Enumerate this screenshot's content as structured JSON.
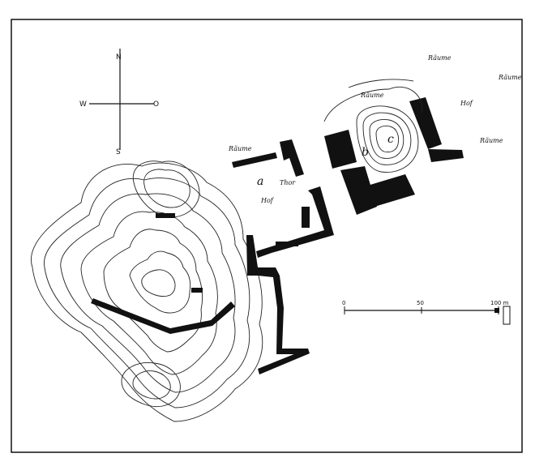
{
  "compass": {
    "north": "N",
    "south": "S",
    "west": "W",
    "east": "O"
  },
  "labels": {
    "raume_top": "Räume",
    "raume_right": "Räume",
    "raume_mid": "Räume",
    "raume_east": "Räume",
    "raume_west": "Räume",
    "hof_east": "Hof",
    "hof_west": "Hof",
    "thor": "Thor",
    "a": "a",
    "b": "b",
    "c": "c"
  },
  "scale": {
    "zero": "0",
    "mid": "50",
    "end": "100 m"
  },
  "colors": {
    "ink": "#111111",
    "paper": "#ffffff"
  }
}
